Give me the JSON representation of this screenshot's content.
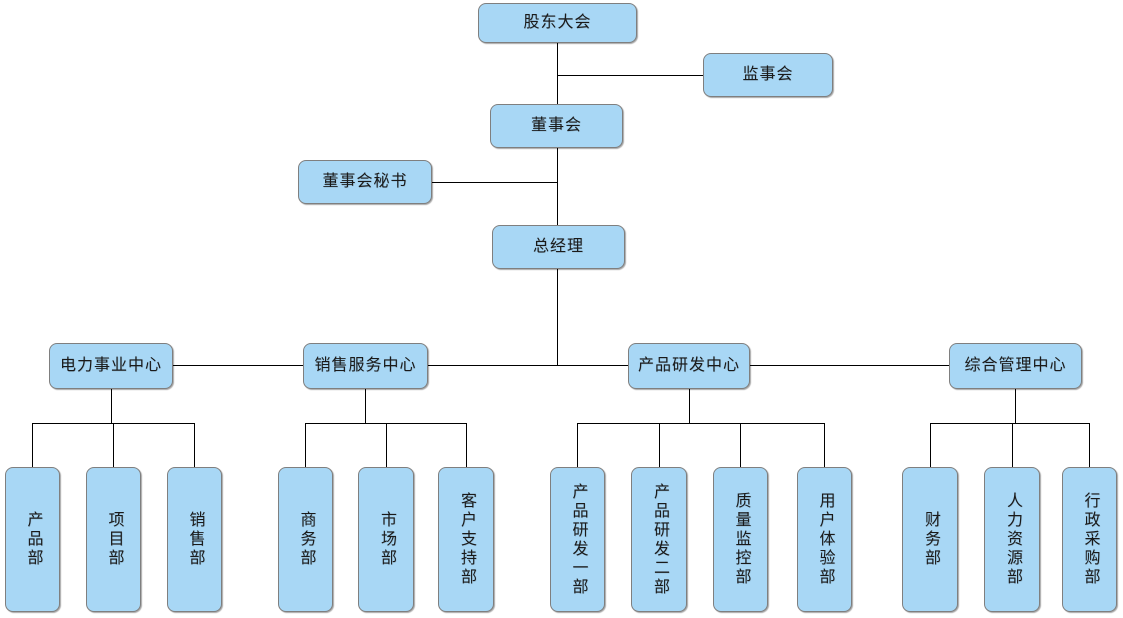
{
  "org_chart": {
    "root": {
      "label": "股东大会"
    },
    "supervisory_board": {
      "label": "监事会"
    },
    "board": {
      "label": "董事会"
    },
    "board_secretary": {
      "label": "董事会秘书"
    },
    "general_manager": {
      "label": "总经理"
    },
    "centers": [
      {
        "label": "电力事业中心",
        "departments": [
          {
            "label": "产品部"
          },
          {
            "label": "项目部"
          },
          {
            "label": "销售部"
          }
        ]
      },
      {
        "label": "销售服务中心",
        "departments": [
          {
            "label": "商务部"
          },
          {
            "label": "市场部"
          },
          {
            "label": "客户支持部"
          }
        ]
      },
      {
        "label": "产品研发中心",
        "departments": [
          {
            "label": "产品研发一部"
          },
          {
            "label": "产品研发二部"
          },
          {
            "label": "质量监控部"
          },
          {
            "label": "用户体验部"
          }
        ]
      },
      {
        "label": "综合管理中心",
        "departments": [
          {
            "label": "财务部"
          },
          {
            "label": "人力资源部"
          },
          {
            "label": "行政采购部"
          }
        ]
      }
    ]
  },
  "colors": {
    "node_fill": "#a8d7f5",
    "node_border": "#7f7f7f",
    "line_color": "#000000",
    "text_color": "#1a1a1a",
    "canvas_bg": "#ffffff"
  }
}
